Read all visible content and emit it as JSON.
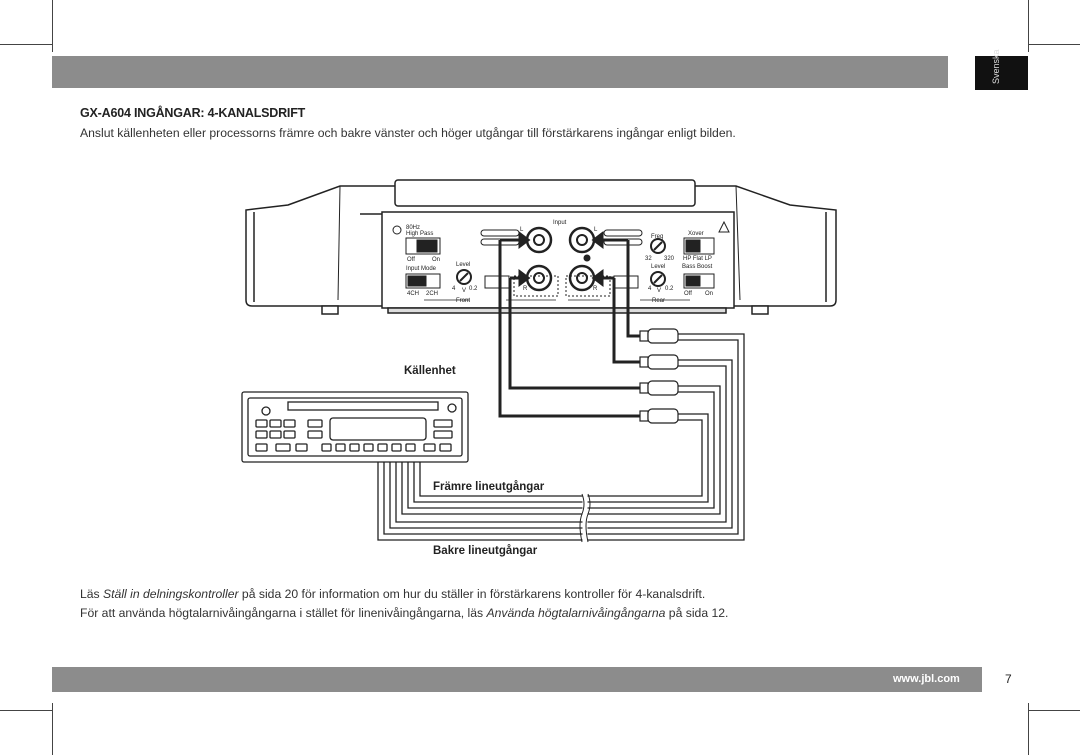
{
  "header": {
    "side_tab": "Svenska"
  },
  "section": {
    "title": "GX-A604 INGÅNGAR: 4-KANALSDRIFT",
    "intro": "Anslut källenheten eller processorns främre och bakre vänster och höger utgångar till förstärkarens ingångar enligt bilden."
  },
  "diagram": {
    "source_label": "Källenhet",
    "front_label": "Främre lineutgångar",
    "rear_label": "Bakre lineutgångar",
    "amp_panel": {
      "hz": "80Hz",
      "high_pass": "High Pass",
      "off": "Off",
      "on": "On",
      "input_mode": "Input Mode",
      "ch4": "4CH",
      "ch2": "2CH",
      "level": "Level",
      "input": "Input",
      "freq": "Freq",
      "xover": "Xover",
      "hp_flat_lp": "HP  Flat  LP",
      "bass_boost": "Bass Boost",
      "f32": "32",
      "f320": "320",
      "front": "Front",
      "rear": "Rear",
      "l": "L",
      "r": "R",
      "lvl4": "4",
      "lvl02": "0.2",
      "v": "V"
    }
  },
  "footer_text": {
    "line1_pre": "Läs ",
    "line1_italic": "Ställ in delningskontroller",
    "line1_post": " på sida 20 för information om hur du ställer in förstärkarens kontroller för 4-kanalsdrift.",
    "line2_pre": "För att använda högtalarnivåingångarna i stället för linenivåingångarna, läs ",
    "line2_italic": "Använda högtalarnivåingångarna",
    "line2_post": " på sida 12."
  },
  "footer": {
    "url": "www.jbl.com",
    "page_number": "7"
  }
}
